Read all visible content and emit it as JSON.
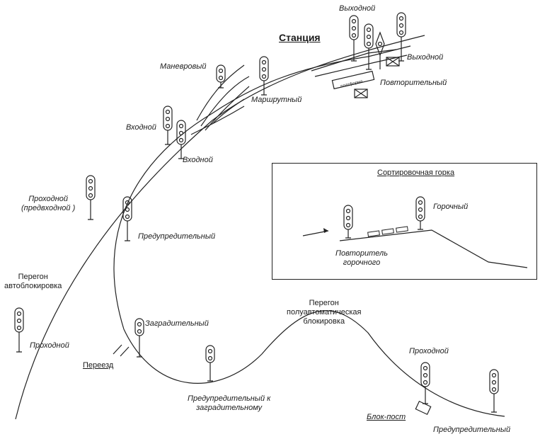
{
  "station_title": "Станция",
  "inset": {
    "title": "Сортировочная горка",
    "hump_signal": "Горочный",
    "repeater_line1": "Повторитель",
    "repeater_line2": "горочного"
  },
  "labels": {
    "manevrovyi": "Маневровый",
    "vyhodnoi_top": "Выходной",
    "vyhodnoi_right": "Выходной",
    "povtoritelnyi": "Повторительный",
    "marshrutnyi": "Маршрутный",
    "vhodnoi_1": "Входной",
    "vhodnoi_2": "Входной",
    "platforma": "платформа",
    "prohodnoi_pred_line1": "Проходной",
    "prohodnoi_pred_line2": "(предвходной )",
    "predupreditelnyi_1": "Предупредительный",
    "peregon_ab_line1": "Перегон",
    "peregon_ab_line2": "автоблокировка",
    "prohodnoi_left": "Проходной",
    "zagraditelnyi": "Заградительный",
    "pereezd": "Переезд",
    "pred_k_zagr_line1": "Предупредительный к",
    "pred_k_zagr_line2": "заградительному",
    "peregon_pab_line1": "Перегон",
    "peregon_pab_line2": "полуавтоматическая",
    "peregon_pab_line3": "блокировка",
    "prohodnoi_right": "Проходной",
    "blok_post": "Блок-пост",
    "predupreditelnyi_2": "Предупредительный"
  }
}
